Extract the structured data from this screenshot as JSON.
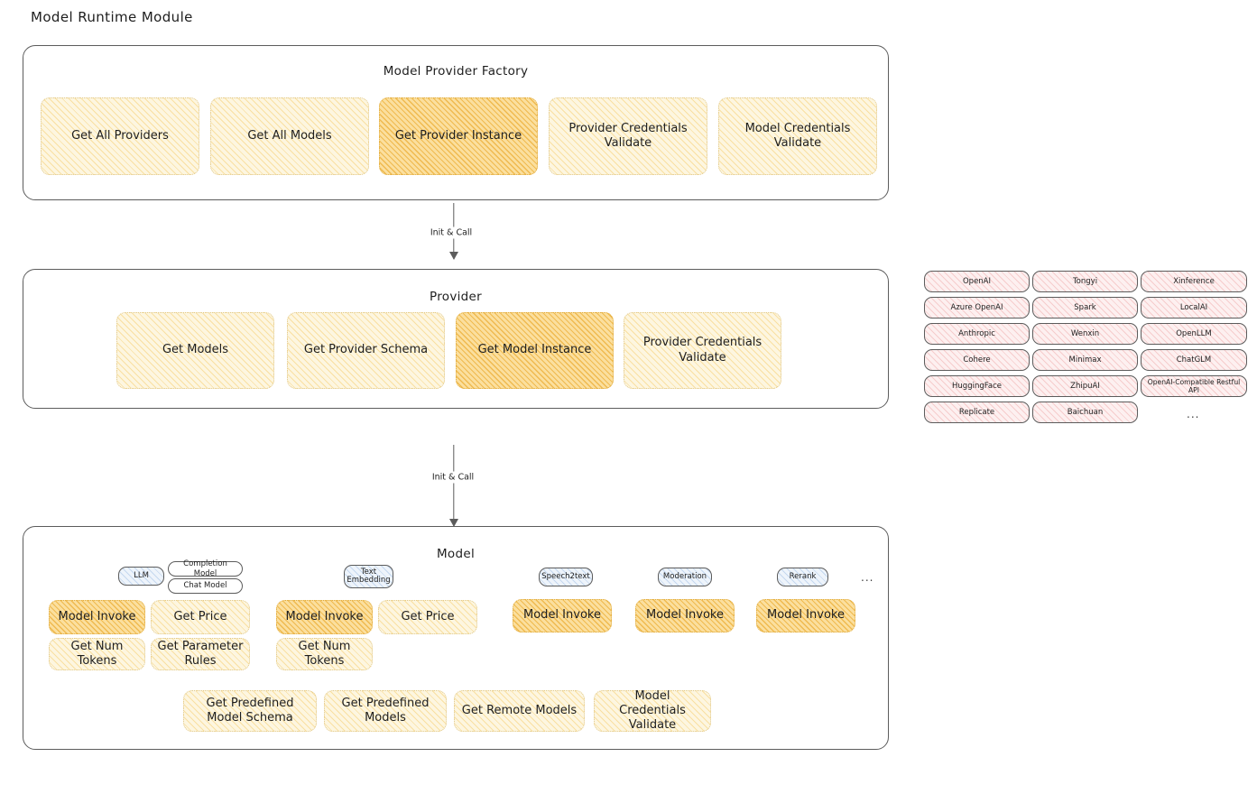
{
  "page": {
    "title": "Model Runtime Module"
  },
  "factory": {
    "title": "Model Provider Factory",
    "nodes": [
      {
        "label": "Get All Providers",
        "highlight": false
      },
      {
        "label": "Get All Models",
        "highlight": false
      },
      {
        "label": "Get Provider Instance",
        "highlight": true
      },
      {
        "label": "Provider Credentials Validate",
        "highlight": false
      },
      {
        "label": "Model Credentials Validate",
        "highlight": false
      }
    ]
  },
  "arrows": [
    {
      "label": "Init & Call"
    },
    {
      "label": "Init & Call"
    }
  ],
  "provider": {
    "title": "Provider",
    "nodes": [
      {
        "label": "Get Models",
        "highlight": false
      },
      {
        "label": "Get Provider Schema",
        "highlight": false
      },
      {
        "label": "Get Model Instance",
        "highlight": true
      },
      {
        "label": "Provider Credentials Validate",
        "highlight": false
      }
    ]
  },
  "provider_list": {
    "columns": [
      [
        "OpenAI",
        "Azure OpenAI",
        "Anthropic",
        "Cohere",
        "HuggingFace",
        "Replicate"
      ],
      [
        "Tongyi",
        "Spark",
        "Wenxin",
        "Minimax",
        "ZhipuAI",
        "Baichuan"
      ],
      [
        "Xinference",
        "LocalAI",
        "OpenLLM",
        "ChatGLM",
        "OpenAI-Compatible Restful API"
      ]
    ],
    "more": "..."
  },
  "model": {
    "title": "Model",
    "more": "...",
    "types": [
      {
        "badge": "LLM",
        "sub_badges": [
          "Completion Model",
          "Chat Model"
        ],
        "methods": [
          {
            "label": "Model Invoke",
            "highlight": true
          },
          {
            "label": "Get Price",
            "highlight": false
          },
          {
            "label": "Get Num Tokens",
            "highlight": false
          },
          {
            "label": "Get Parameter Rules",
            "highlight": false
          }
        ]
      },
      {
        "badge": "Text Embedding",
        "sub_badges": [],
        "methods": [
          {
            "label": "Model Invoke",
            "highlight": true
          },
          {
            "label": "Get Price",
            "highlight": false
          },
          {
            "label": "Get Num Tokens",
            "highlight": false
          }
        ]
      },
      {
        "badge": "Speech2text",
        "sub_badges": [],
        "methods": [
          {
            "label": "Model Invoke",
            "highlight": true
          }
        ]
      },
      {
        "badge": "Moderation",
        "sub_badges": [],
        "methods": [
          {
            "label": "Model Invoke",
            "highlight": true
          }
        ]
      },
      {
        "badge": "Rerank",
        "sub_badges": [],
        "methods": [
          {
            "label": "Model Invoke",
            "highlight": true
          }
        ]
      }
    ],
    "common_methods": [
      "Get Predefined Model Schema",
      "Get Predefined Models",
      "Get Remote Models",
      "Model Credentials Validate"
    ]
  },
  "colors": {
    "highlight_fill": "#fbdf9e",
    "pale_fill": "#fdf6e0",
    "pink_fill": "#fdf0f0",
    "blue_fill": "#eef4fb",
    "stroke": "#5c5c5c"
  }
}
